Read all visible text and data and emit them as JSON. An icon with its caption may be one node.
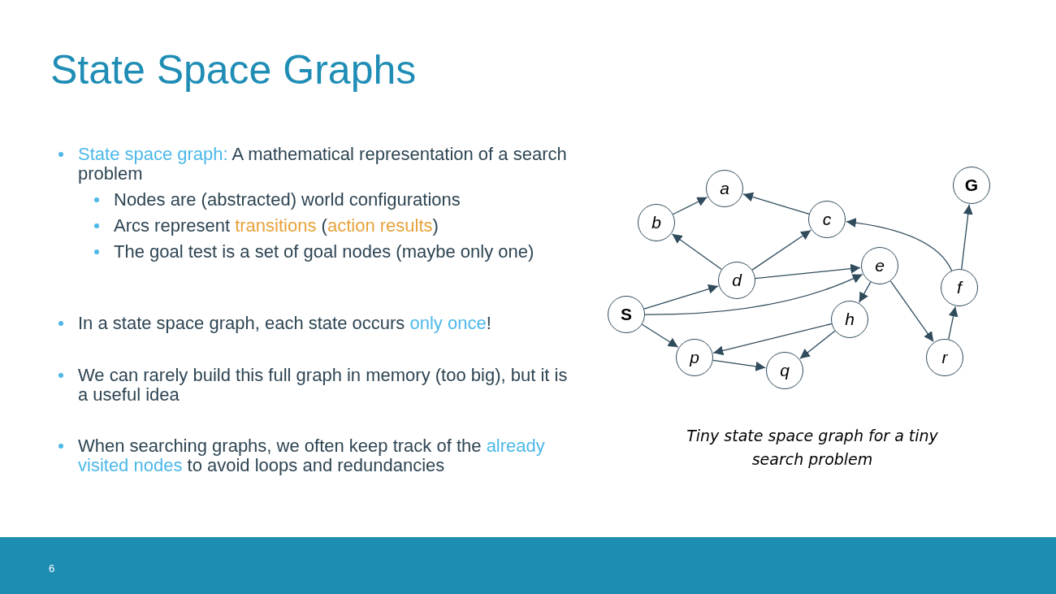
{
  "diagram": {
    "title": "State Space Graphs",
    "caption": "Tiny state space graph for a tiny search problem",
    "nodes": [
      {
        "text": [
          "a"
        ]
      },
      {
        "text": [
          "G"
        ]
      },
      {
        "text": [
          "b"
        ]
      },
      {
        "text": [
          "c"
        ]
      },
      {
        "text": [
          "e"
        ]
      },
      {
        "text": [
          "d"
        ]
      },
      {
        "text": [
          "f"
        ]
      },
      {
        "text": [
          "S"
        ]
      },
      {
        "text": [
          "h"
        ]
      },
      {
        "text": [
          "p"
        ]
      },
      {
        "text": [
          "r"
        ]
      },
      {
        "text": [
          "q"
        ]
      }
    ],
    "edges": [
      {
        "from": 2,
        "to": 0,
        "arrow": "to"
      },
      {
        "from": 3,
        "to": 0,
        "arrow": "to"
      },
      {
        "from": 5,
        "to": 2,
        "arrow": "to"
      },
      {
        "from": 5,
        "to": 3,
        "arrow": "to"
      },
      {
        "from": 7,
        "to": 5,
        "arrow": "to"
      },
      {
        "from": 7,
        "to": 4,
        "arrow": "to"
      },
      {
        "from": 5,
        "to": 4,
        "arrow": "to"
      },
      {
        "from": 6,
        "to": 3,
        "arrow": "to"
      },
      {
        "from": 6,
        "to": 1,
        "arrow": "to"
      },
      {
        "from": 4,
        "to": 8,
        "arrow": "to"
      },
      {
        "from": 4,
        "to": 10,
        "arrow": "to"
      },
      {
        "from": 8,
        "to": 9,
        "arrow": "to"
      },
      {
        "from": 8,
        "to": 11,
        "arrow": "to"
      },
      {
        "from": 9,
        "to": 11,
        "arrow": "to"
      },
      {
        "from": 10,
        "to": 6,
        "arrow": "to"
      },
      {
        "from": 7,
        "to": 9,
        "arrow": "to"
      }
    ],
    "labels": [
      "**State space graph:** A mathematical representation of a search problem",
      "Nodes are (abstracted) world configurations",
      "Arcs represent *transitions* (*action results*)",
      "The goal test is a set of goal nodes (maybe only one)",
      "In a state space graph, each state occurs **only once**!",
      "We can rarely build this full graph in memory (too big), but it is a useful idea",
      "When searching graphs, we often keep track of the **already visited nodes** to avoid loops and redundancies",
      "6"
    ]
  }
}
